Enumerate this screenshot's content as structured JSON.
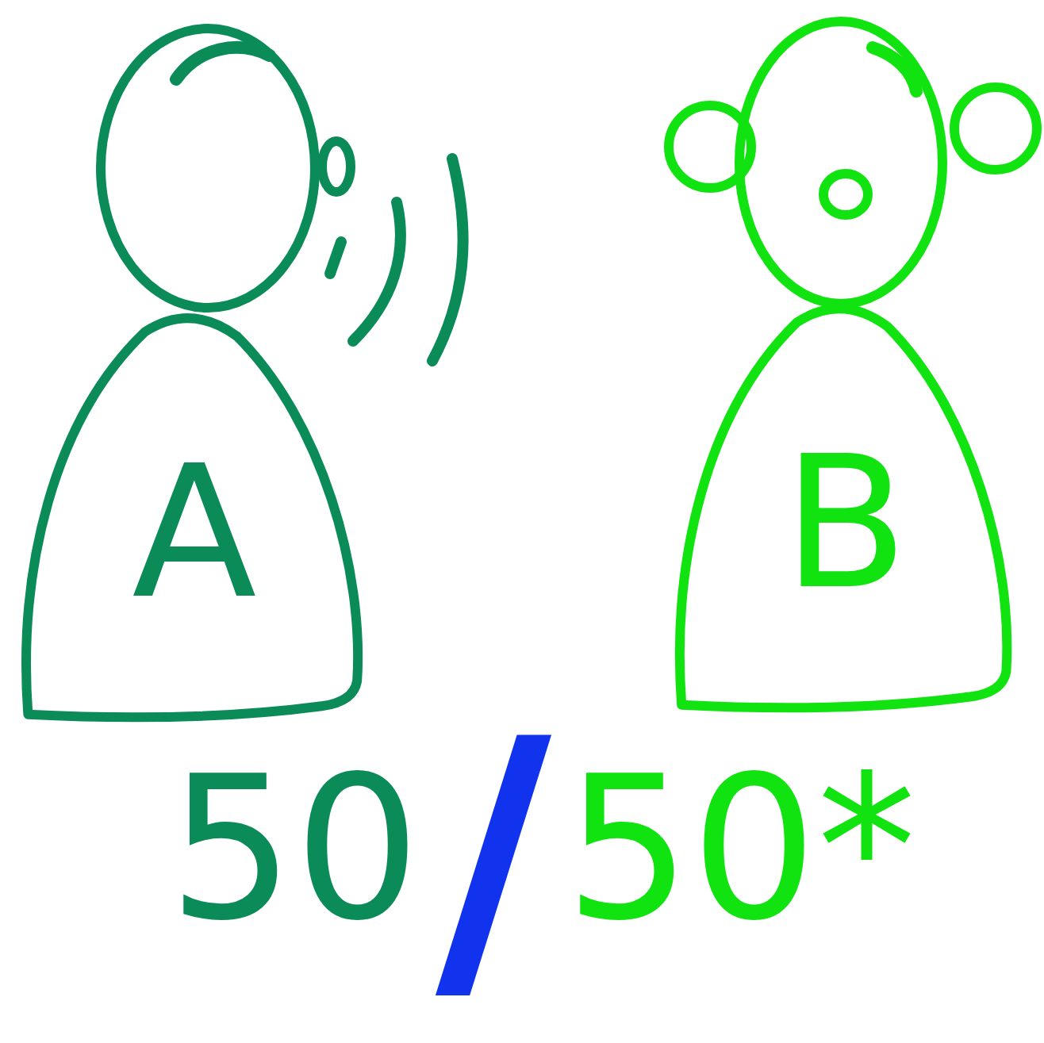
{
  "diagram": {
    "nodes": [
      {
        "text": [
          "A"
        ]
      },
      {
        "text": [
          "B"
        ]
      }
    ],
    "labels": [
      "50",
      "/",
      "50*"
    ]
  }
}
